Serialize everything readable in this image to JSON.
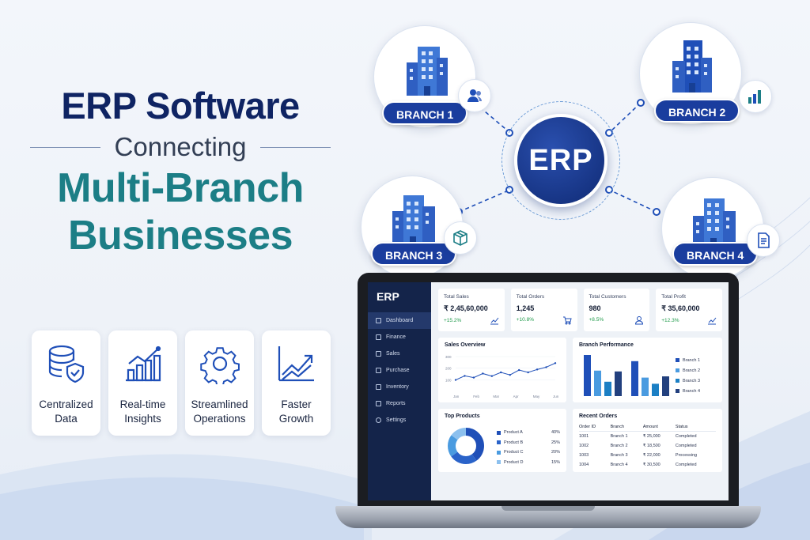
{
  "headline": {
    "line1": "ERP Software",
    "line2": "Connecting",
    "line3": "Multi-Branch",
    "line4": "Businesses"
  },
  "features": [
    {
      "label": "Centralized Data",
      "icon": "database-shield-icon"
    },
    {
      "label": "Real-time Insights",
      "icon": "bar-trend-icon"
    },
    {
      "label": "Streamlined Operations",
      "icon": "gear-icon"
    },
    {
      "label": "Faster Growth",
      "icon": "growth-arrow-icon"
    }
  ],
  "network": {
    "center": "ERP",
    "branches": [
      {
        "label": "BRANCH 1",
        "badge_icon": "users-icon"
      },
      {
        "label": "BRANCH 2",
        "badge_icon": "bar-chart-icon"
      },
      {
        "label": "BRANCH 3",
        "badge_icon": "box-icon"
      },
      {
        "label": "BRANCH 4",
        "badge_icon": "document-icon"
      }
    ]
  },
  "dashboard": {
    "app_title": "ERP",
    "nav": [
      "Dashboard",
      "Finance",
      "Sales",
      "Purchase",
      "Inventory",
      "Reports",
      "Settings"
    ],
    "active_nav": "Dashboard",
    "stats": [
      {
        "label": "Total Sales",
        "value": "₹ 2,45,60,000",
        "change": "+15.2%",
        "icon": "chart-icon"
      },
      {
        "label": "Total Orders",
        "value": "1,245",
        "change": "+10.8%",
        "icon": "cart-icon"
      },
      {
        "label": "Total Customers",
        "value": "980",
        "change": "+8.5%",
        "icon": "user-icon"
      },
      {
        "label": "Total Profit",
        "value": "₹ 35,60,000",
        "change": "+12.3%",
        "icon": "chart-icon"
      }
    ],
    "sales_overview": {
      "title": "Sales Overview",
      "y_ticks": [
        "300",
        "200",
        "100"
      ],
      "months": [
        "Jan",
        "Feb",
        "Mar",
        "Apr",
        "May",
        "Jun"
      ],
      "values": [
        85,
        120,
        105,
        140,
        118,
        150,
        128,
        170,
        150,
        175,
        195,
        230
      ]
    },
    "branch_performance": {
      "title": "Branch Performance",
      "legend": [
        "Branch 1",
        "Branch 2",
        "Branch 3",
        "Branch 4"
      ],
      "colors": [
        "#1f4fb8",
        "#4a9be0",
        "#1b7fc4",
        "#22407e"
      ],
      "groups": [
        [
          100,
          62,
          35,
          60
        ],
        [
          85,
          45,
          30,
          48
        ]
      ]
    },
    "top_products": {
      "title": "Top Products",
      "items": [
        {
          "name": "Product A",
          "pct": "40%",
          "value": 40,
          "color": "#1f4fb8"
        },
        {
          "name": "Product B",
          "pct": "25%",
          "value": 25,
          "color": "#2a63c9"
        },
        {
          "name": "Product C",
          "pct": "20%",
          "value": 20,
          "color": "#4a9be0"
        },
        {
          "name": "Product D",
          "pct": "15%",
          "value": 15,
          "color": "#8cc0ee"
        }
      ]
    },
    "recent_orders": {
      "title": "Recent Orders",
      "headers": [
        "Order ID",
        "Branch",
        "Amount",
        "Status"
      ],
      "rows": [
        [
          "1001",
          "Branch 1",
          "₹ 25,000",
          "Completed"
        ],
        [
          "1002",
          "Branch 2",
          "₹ 18,500",
          "Completed"
        ],
        [
          "1003",
          "Branch 3",
          "₹ 22,000",
          "Processing"
        ],
        [
          "1004",
          "Branch 4",
          "₹ 30,500",
          "Completed"
        ]
      ]
    }
  }
}
